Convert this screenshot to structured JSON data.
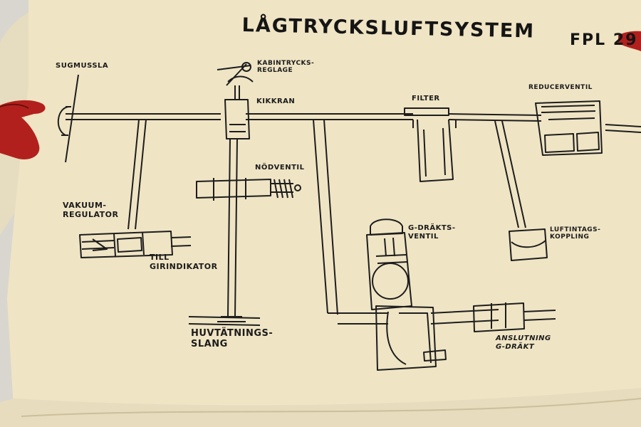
{
  "poster": {
    "title": "LÅGTRYCKSLUFTSYSTEM",
    "code": "FPL 29",
    "colors": {
      "paper": "#efe4c4",
      "ink": "#1d1d1d",
      "background": "#d9d6cf",
      "glove": "#b2201d"
    }
  },
  "labels": {
    "sugmussla": "SUGMUSSLA",
    "kabintrycks": "KABINTRYCKS-\nREGLAGE",
    "kikkran": "KIKKRAN",
    "filter": "FILTER",
    "reducerventil": "REDUCERVENTIL",
    "nodventil": "NÖDVENTIL",
    "vakuum": "VAKUUM-\nREGULATOR",
    "till": "TILL\nGIRINDIKATOR",
    "gdrakts": "G-DRÄKTS-\nVENTIL",
    "luftintags": "LUFTINTAGS-\nKOPPLING",
    "huvtatnings": "HUVTÄTNINGS-\nSLANG",
    "anslutning": "ANSLUTNING\nG-DRÄKT"
  }
}
